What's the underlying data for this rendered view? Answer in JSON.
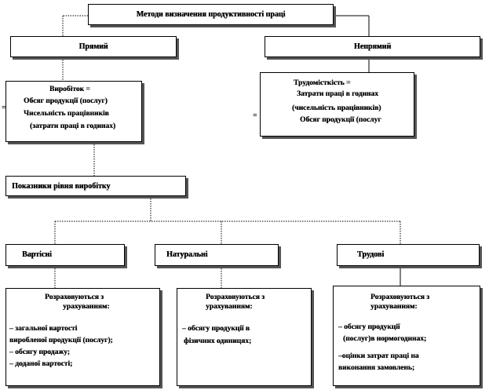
{
  "title": "Методи визначення продуктивності праці",
  "direct": {
    "label": "Прямий",
    "formula": [
      "Виробіток =",
      "Обсяг продукції (послуг)",
      "Чисельність працівників",
      "(затрати праці в годинах)"
    ],
    "eq_sign": "="
  },
  "indirect": {
    "label": "Непрямий",
    "formula": [
      "Трудомісткість =",
      "Затрати праці в годинах",
      "(чисельність працівників)",
      "Обсяг продукції (послуг"
    ],
    "eq_sign": "="
  },
  "indicators": {
    "label": "Показники рівня виробітку"
  },
  "types": [
    {
      "label": "Вартісні",
      "heading": [
        "Розраховуються з",
        "урахуванням:"
      ],
      "items": [
        "– загальної вартості",
        "виробленої продукції (послуг);",
        "–     обсягу продажу;",
        "–     доданої вартості;"
      ]
    },
    {
      "label": "Натуральні",
      "heading": [
        "Розраховуються з",
        "урахуванням:"
      ],
      "items": [
        "– обсягу продукції в",
        "фізичних одиницях;"
      ]
    },
    {
      "label": "Трудові",
      "heading": [
        "Розраховуються з",
        "урахуванням:"
      ],
      "items": [
        "– обсягу продукції",
        "(послуг)в  нормогодинах;",
        "–оцінки затрат праці на",
        "виконання замовлень;"
      ]
    }
  ]
}
